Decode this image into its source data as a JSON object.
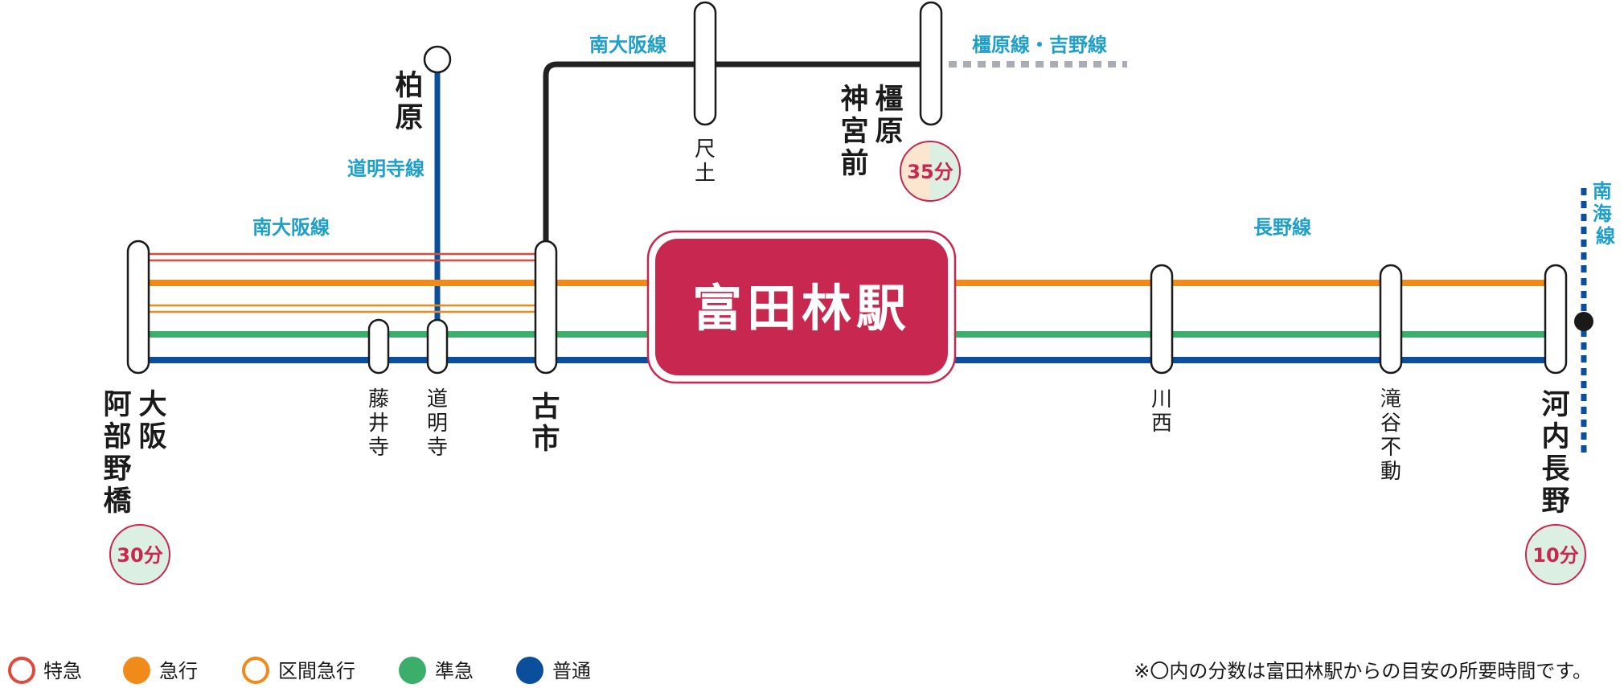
{
  "colors": {
    "limited_express": "#e04a3c",
    "express": "#f08a1a",
    "section_express": "#f08a1a",
    "semi_express": "#3aae6a",
    "local": "#0b4f9c",
    "branch_black": "#222222",
    "line_label": "#1e9fc8",
    "station_accent": "#c8274f",
    "minute_fill": "#dcefe3",
    "gray_dotted": "#a9adb4"
  },
  "lines": {
    "minami_osaka_left": "南大阪線",
    "domyoji": "道明寺線",
    "minami_osaka_top": "南大阪線",
    "kashihara_yoshino": "橿原線・吉野線",
    "nagano": "長野線",
    "nankai": "南海線"
  },
  "stations": {
    "abeno": "大阪阿部野橋",
    "kashiwara": "柏原",
    "fujiidera": "藤井寺",
    "domyoji": "道明寺",
    "furuichi": "古市",
    "shakudo": "尺土",
    "kashiharajingumae": "橿原神宮前",
    "main": "富田林駅",
    "kawanishi": "川西",
    "takidanifudo": "滝谷不動",
    "kawachinagano": "河内長野"
  },
  "minutes": {
    "abeno": "30分",
    "kashiharajingumae": "35分",
    "kawachinagano": "10分"
  },
  "legend": {
    "limited_express": "特急",
    "express": "急行",
    "section_express": "区間急行",
    "semi_express": "準急",
    "local": "普通"
  },
  "note": "※〇内の分数は富田林駅からの目安の所要時間です。"
}
